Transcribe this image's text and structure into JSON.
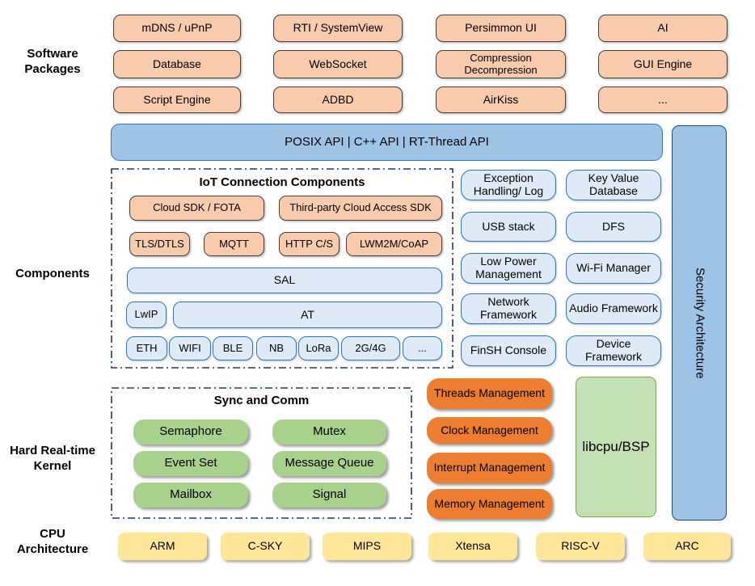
{
  "colors": {
    "package_fill": "#F8CBAD",
    "package_border": "#404040",
    "api_fill": "#9DC3E6",
    "api_border": "#2E75B6",
    "component_fill": "#DEEBF7",
    "component_border": "#2E75B6",
    "kernel_green": "#A9D18E",
    "kernel_orange": "#ED7D31",
    "libcpu_fill": "#C5E0B4",
    "libcpu_border": "#70AD47",
    "cpu_yellow": "#FFE699",
    "security_fill": "#9DC3E6",
    "dash_border": "#1F3864"
  },
  "side_labels": {
    "software": "Software\nPackages",
    "components": "Components",
    "kernel": "Hard Real-time\nKernel",
    "cpu": "CPU\nArchitecture"
  },
  "software_packages": {
    "rows": [
      [
        "mDNS / uPnP",
        "RTI / SystemView",
        "Persimmon UI",
        "AI"
      ],
      [
        "Database",
        "WebSocket",
        "Compression\nDecompression",
        "GUI Engine"
      ],
      [
        "Script Engine",
        "ADBD",
        "AirKiss",
        "..."
      ]
    ]
  },
  "api_bar": {
    "label": "POSIX API | C++ API | RT-Thread API"
  },
  "security": {
    "label": "Security Architecture"
  },
  "iot": {
    "title": "IoT Connection Components",
    "cloud_row": [
      "Cloud SDK / FOTA",
      "Third-party Cloud Access SDK"
    ],
    "protocol_row": [
      "TLS/DTLS",
      "MQTT",
      "HTTP C/S",
      "LWM2M/CoAP"
    ],
    "sal": "SAL",
    "lwip": "LwIP",
    "at": "AT",
    "link_row": [
      "ETH",
      "WIFI",
      "BLE",
      "NB",
      "LoRa",
      "2G/4G",
      "..."
    ]
  },
  "components": {
    "boxes": [
      "Exception Handling/ Log",
      "Key Value Database",
      "USB stack",
      "DFS",
      "Low Power Management",
      "Wi-Fi Manager",
      "Network Framework",
      "Audio Framework",
      "FinSH Console",
      "Device Framework"
    ]
  },
  "kernel": {
    "sync_title": "Sync and Comm",
    "sync_boxes": [
      "Semaphore",
      "Mutex",
      "Event Set",
      "Message Queue",
      "Mailbox",
      "Signal"
    ],
    "mgmt_boxes": [
      "Threads Management",
      "Clock Management",
      "Interrupt Management",
      "Memory Management"
    ],
    "libcpu": "libcpu/BSP"
  },
  "cpu_row": [
    "ARM",
    "C-SKY",
    "MIPS",
    "Xtensa",
    "RISC-V",
    "ARC"
  ]
}
